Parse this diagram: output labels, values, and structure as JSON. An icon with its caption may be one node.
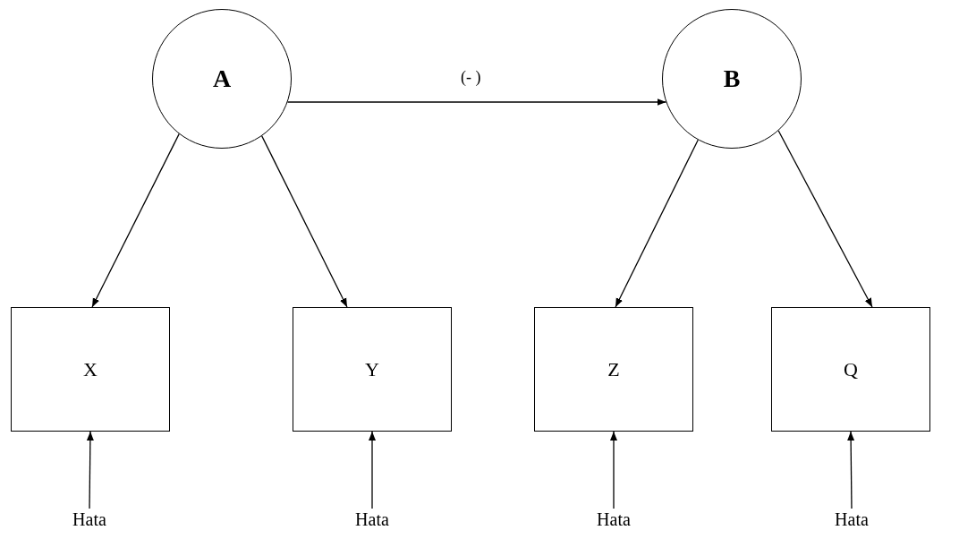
{
  "diagram": {
    "nodes": [
      {
        "text": [
          "A"
        ]
      },
      {
        "text": [
          "B"
        ]
      },
      {
        "text": [
          "X"
        ]
      },
      {
        "text": [
          "Y"
        ]
      },
      {
        "text": [
          "Z"
        ]
      },
      {
        "text": [
          "Q"
        ]
      },
      {
        "text": [
          "Hata"
        ]
      },
      {
        "text": [
          "Hata"
        ]
      },
      {
        "text": [
          "Hata"
        ]
      },
      {
        "text": [
          "Hata"
        ]
      }
    ],
    "edges": [
      {
        "from": 0,
        "to": 1,
        "arrow": "to",
        "label": "(- )"
      },
      {
        "from": 0,
        "to": 2,
        "arrow": "to"
      },
      {
        "from": 0,
        "to": 3,
        "arrow": "to"
      },
      {
        "from": 1,
        "to": 4,
        "arrow": "to"
      },
      {
        "from": 1,
        "to": 5,
        "arrow": "to"
      },
      {
        "from": 6,
        "to": 2,
        "arrow": "to"
      },
      {
        "from": 7,
        "to": 3,
        "arrow": "to"
      },
      {
        "from": 8,
        "to": 4,
        "arrow": "to"
      },
      {
        "from": 9,
        "to": 5,
        "arrow": "to"
      }
    ]
  }
}
